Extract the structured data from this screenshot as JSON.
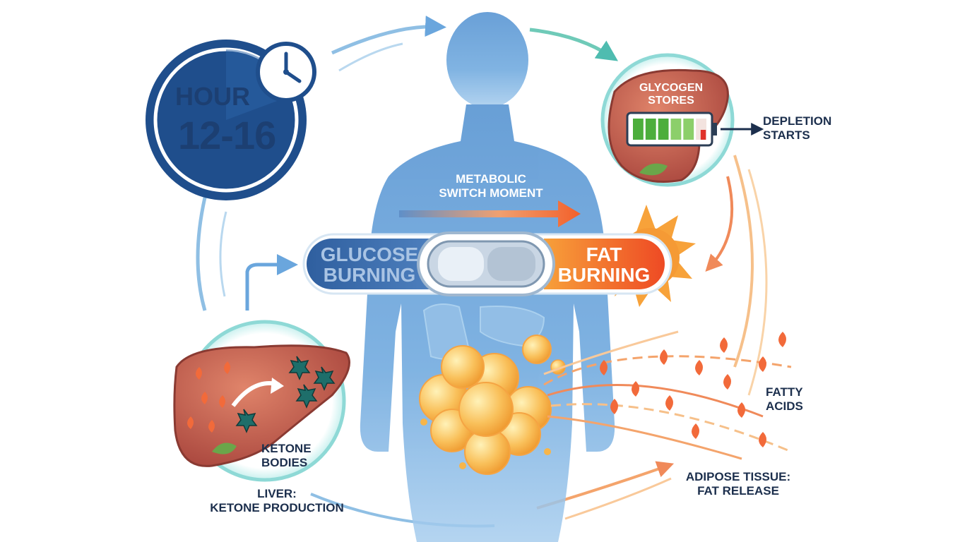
{
  "timer": {
    "word": "HOUR",
    "range": "12-16"
  },
  "center": {
    "metabolic": "METABOLIC\nSWITCH MOMENT"
  },
  "switch": {
    "glucose": "GLUCOSE\nBURNING",
    "fat": "FAT\nBURNING"
  },
  "glycogen": {
    "title": "GLYCOGEN\nSTORES",
    "depletion": "DEPLETION\nSTARTS"
  },
  "liver": {
    "ketone_bodies": "KETONE\nBODIES",
    "caption": "LIVER:\nKETONE PRODUCTION"
  },
  "adipose": {
    "fatty_acids": "FATTY\nACIDS",
    "caption": "ADIPOSE TISSUE:\nFAT RELEASE"
  },
  "battery": {
    "level": 0.85
  },
  "colors": {
    "navy": "#1f4e8c",
    "glucose_blue": "#3d6fb0",
    "fat_orange": "#f26a2a",
    "liver": "#b8584a",
    "fat_cell": "#f7b54a",
    "ring_teal": "#8ed9d6"
  }
}
